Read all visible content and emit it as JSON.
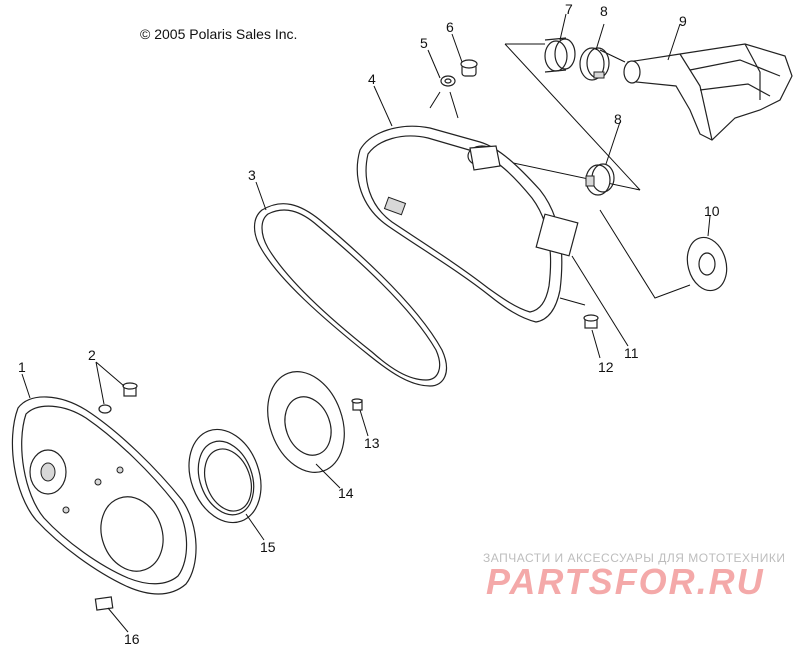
{
  "copyright": "© 2005 Polaris Sales Inc.",
  "callouts": [
    "1",
    "2",
    "3",
    "4",
    "5",
    "6",
    "7",
    "8",
    "8",
    "9",
    "10",
    "11",
    "12",
    "13",
    "14",
    "15",
    "16"
  ],
  "watermark": {
    "subtitle": "ЗАПЧАСТИ И АКСЕССУАРЫ ДЛЯ МОТОТЕХНИКИ",
    "logo": "PARTSFOR.RU"
  }
}
